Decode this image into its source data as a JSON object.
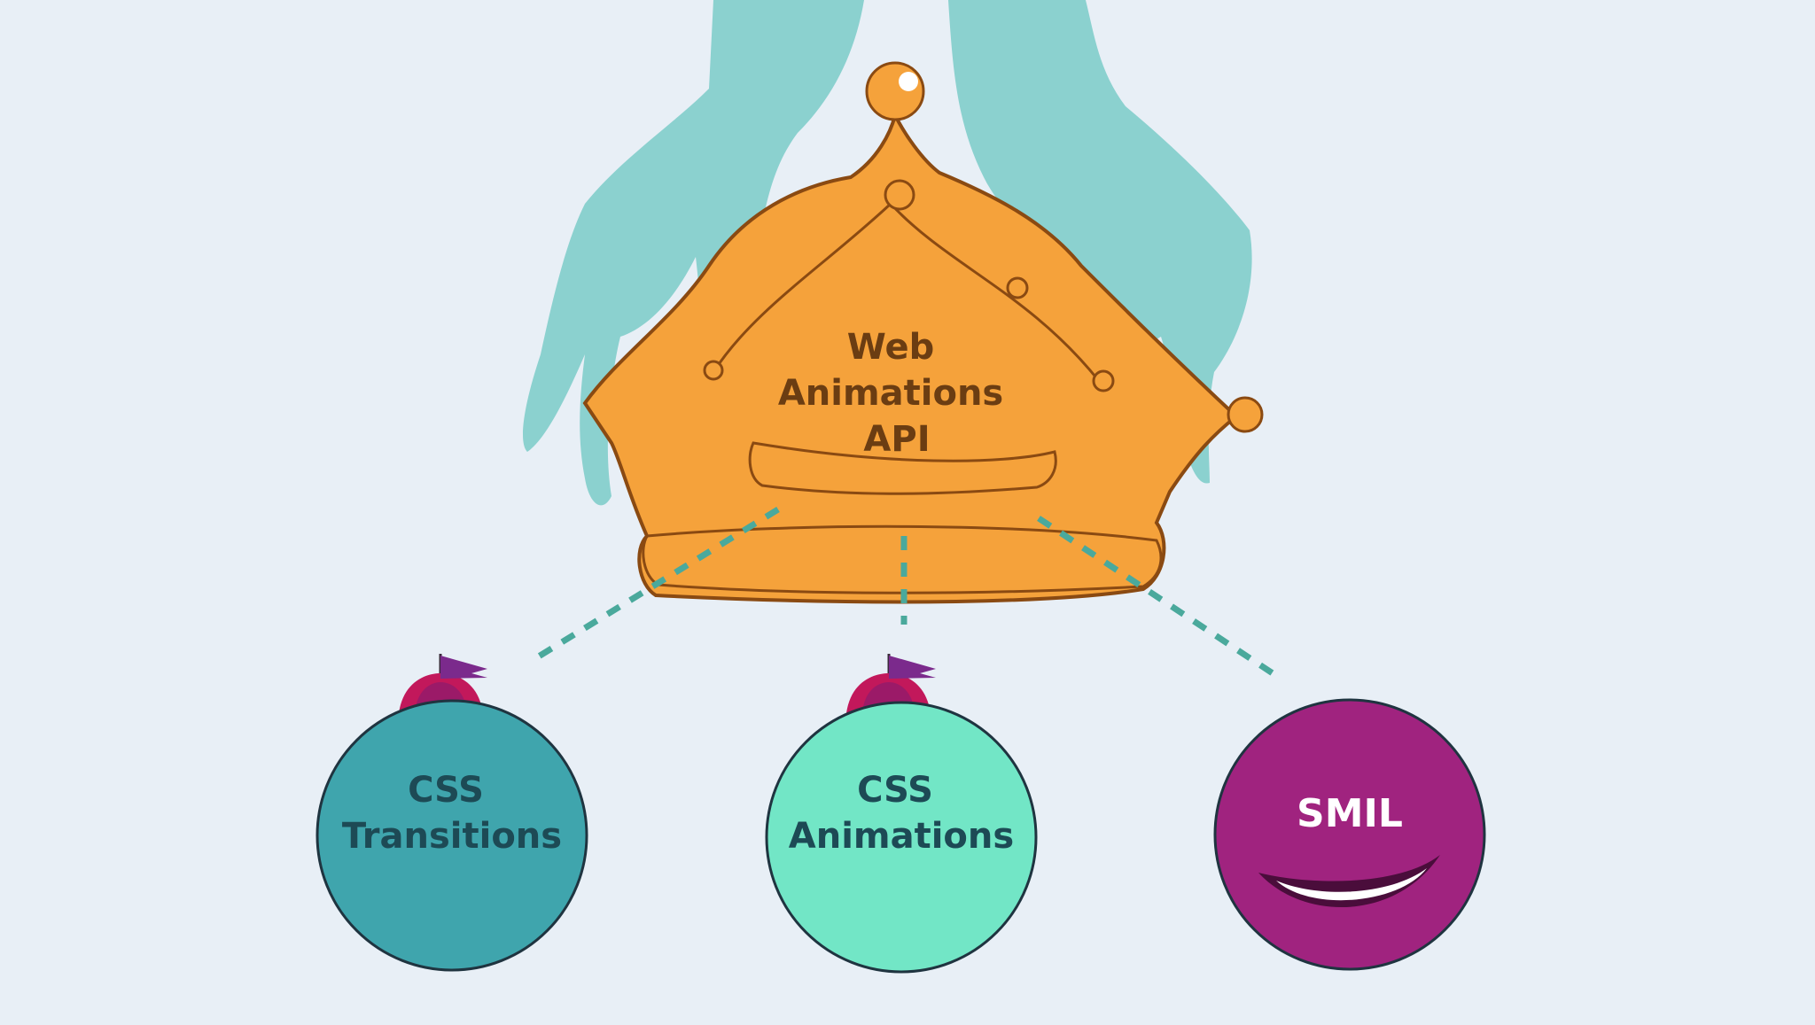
{
  "background_color": "#e8eff6",
  "root": {
    "lines": [
      "Web",
      "Animations",
      "API"
    ],
    "text_color": "#6b3d12",
    "crown_color": "#f5a23b",
    "crown_outline": "#8a4a12"
  },
  "hands_color": "#86cfcc",
  "connector_color": "#4aa99c",
  "children": [
    {
      "lines": [
        "CSS",
        "Transitions"
      ],
      "fill": "#3fa5ad",
      "text_color": "#1d4a55",
      "has_hat": true,
      "has_smile": false
    },
    {
      "lines": [
        "CSS",
        "Animations"
      ],
      "fill": "#72e6c6",
      "text_color": "#1d4a55",
      "has_hat": true,
      "has_smile": false
    },
    {
      "lines": [
        "SMIL"
      ],
      "fill": "#a0237f",
      "text_color": "#ffffff",
      "has_hat": false,
      "has_smile": true
    }
  ],
  "hat_colors": {
    "cap": "#c2185b",
    "cap_dark": "#7b1e73",
    "flag": "#7b2a8c"
  }
}
